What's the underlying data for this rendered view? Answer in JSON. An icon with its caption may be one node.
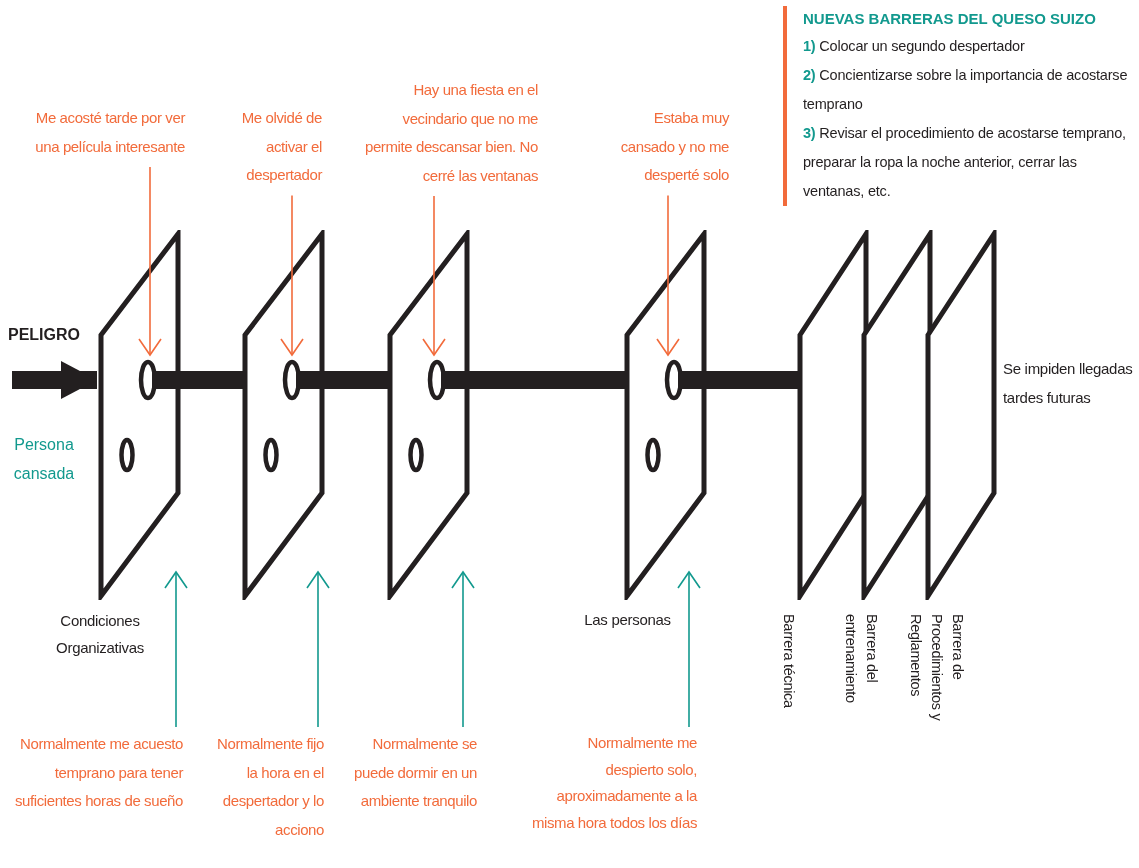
{
  "diagram": {
    "nodes": [
      {
        "text": [
          "NUEVAS BARRERAS DEL QUESO SUIZO",
          "**1)** Colocar un segundo despertador",
          "**2)** Concientizarse sobre la importancia de acostarse temprano",
          "**3)** Revisar el procedimiento de acostarse temprano, preparar la ropa la noche anterior, cerrar las ventanas, etc."
        ]
      },
      {
        "text": [
          "Me acosté tarde por ver una película interesante"
        ]
      },
      {
        "text": [
          "Me olvidé de activar el despertador"
        ]
      },
      {
        "text": [
          "Hay una fiesta en el vecindario que no me permite descansar bien. No cerré las ventanas"
        ]
      },
      {
        "text": [
          "Estaba muy cansado y no me desperté solo"
        ]
      },
      {
        "text": [],
        "shape": "parallelogram",
        "beside": [
          "Condiciones Organizativas"
        ]
      },
      {
        "text": [],
        "shape": "parallelogram"
      },
      {
        "text": [],
        "shape": "parallelogram"
      },
      {
        "text": [],
        "shape": "parallelogram",
        "beside": [
          "Las personas"
        ]
      },
      {
        "text": [],
        "shape": "parallelogram",
        "beside": [
          "Barrera técnica"
        ]
      },
      {
        "text": [],
        "shape": "parallelogram",
        "beside": [
          "Barrera del entrenamiento"
        ]
      },
      {
        "text": [],
        "shape": "parallelogram",
        "beside": [
          "Barrera de Procedimientos y Reglamentos"
        ]
      },
      {
        "text": [
          "Normalmente me acuesto temprano para tener suficientes horas de sueño"
        ]
      },
      {
        "text": [
          "Normalmente fijo la hora en el despertador y lo acciono"
        ]
      },
      {
        "text": [
          "Normalmente se puede dormir en un ambiente tranquilo"
        ]
      },
      {
        "text": [
          "Normalmente me despierto solo, aproximadamente a la misma hora todos los días"
        ]
      }
    ],
    "edges": [
      {
        "from": 1,
        "to": 5,
        "arrow": "to",
        "color": "#f26b3b"
      },
      {
        "from": 2,
        "to": 6,
        "arrow": "to",
        "color": "#f26b3b"
      },
      {
        "from": 3,
        "to": 7,
        "arrow": "to",
        "color": "#f26b3b"
      },
      {
        "from": 4,
        "to": 8,
        "arrow": "to",
        "color": "#f26b3b"
      },
      {
        "from": 12,
        "to": 5,
        "arrow": "to",
        "color": "#12998e"
      },
      {
        "from": 13,
        "to": 6,
        "arrow": "to",
        "color": "#12998e"
      },
      {
        "from": 14,
        "to": 7,
        "arrow": "to",
        "color": "#12998e"
      },
      {
        "from": 15,
        "to": 8,
        "arrow": "to",
        "color": "#12998e"
      },
      {
        "from": null,
        "to": 5,
        "arrow": "to",
        "style": "thick",
        "color": "#231f20"
      },
      {
        "from": 5,
        "to": 6,
        "arrow": "none",
        "style": "thick",
        "color": "#231f20"
      },
      {
        "from": 6,
        "to": 7,
        "arrow": "none",
        "style": "thick",
        "color": "#231f20"
      },
      {
        "from": 7,
        "to": 8,
        "arrow": "none",
        "style": "thick",
        "color": "#231f20"
      },
      {
        "from": 8,
        "to": 9,
        "arrow": "none",
        "style": "thick",
        "color": "#231f20"
      }
    ],
    "labels": [
      "PELIGRO",
      "Persona cansada",
      "Se impiden llegadas tardes futuras"
    ]
  }
}
